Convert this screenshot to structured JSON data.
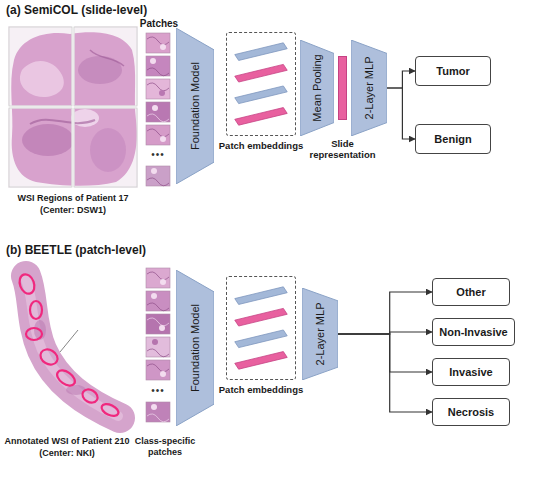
{
  "diagram": {
    "nodes": [
      {
        "text": [
          "Foundation Model"
        ]
      },
      {
        "text": [
          "Patch embeddings"
        ]
      },
      {
        "text": [
          "Mean Pooling"
        ]
      },
      {
        "text": [
          "Slide representation"
        ]
      },
      {
        "text": [
          "2-Layer MLP"
        ]
      },
      {
        "text": [
          "Tumor"
        ]
      },
      {
        "text": [
          "Benign"
        ]
      },
      {
        "text": [
          "Foundation Model"
        ]
      },
      {
        "text": [
          "Patch embeddings"
        ]
      },
      {
        "text": [
          "2-Layer MLP"
        ]
      },
      {
        "text": [
          "Other"
        ]
      },
      {
        "text": [
          "Non-Invasive"
        ]
      },
      {
        "text": [
          "Invasive"
        ]
      },
      {
        "text": [
          "Necrosis"
        ]
      }
    ],
    "edges": [
      {
        "from": 4,
        "to": 5,
        "arrow": "to"
      },
      {
        "from": 4,
        "to": 6,
        "arrow": "to"
      },
      {
        "from": 9,
        "to": 10,
        "arrow": "to"
      },
      {
        "from": 9,
        "to": 11,
        "arrow": "to"
      },
      {
        "from": 9,
        "to": 12,
        "arrow": "to"
      },
      {
        "from": 9,
        "to": 13,
        "arrow": "to"
      }
    ],
    "labels": [
      "(a) SemiCOL (slide-level)",
      "Patches",
      "•••",
      "WSI Regions of Patient 17",
      "(Center: DSW1)",
      "(b) BEETLE (patch-level)",
      "•••",
      "Annotated WSI of Patient 210",
      "(Center: NKI)",
      "Class-specific patches"
    ]
  }
}
